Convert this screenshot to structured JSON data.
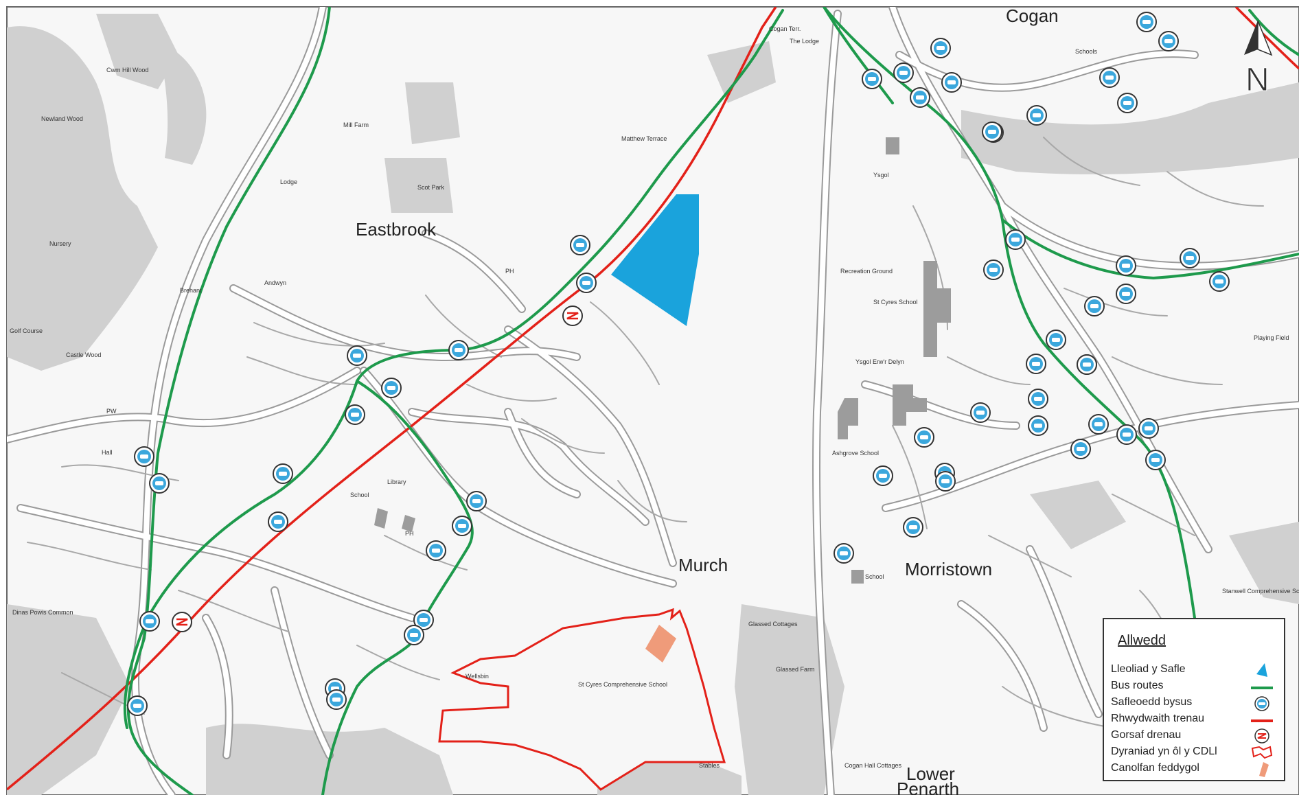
{
  "map": {
    "place_labels": {
      "eastbrook": "Eastbrook",
      "murch": "Murch",
      "morristown": "Morristown",
      "cogan": "Cogan",
      "lower_penarth_line1": "Lower",
      "lower_penarth_line2": "Penarth"
    },
    "small_labels": {
      "cwm_hill_wood": "Cwm Hill Wood",
      "newland_wood": "Newland Wood",
      "mill_farm": "Mill Farm",
      "scot_park": "Scot Park",
      "lodge": "Lodge",
      "nursery": "Nursery",
      "andwyn": "Andwyn",
      "brehant": "Brehant",
      "golf_course": "Golf Course",
      "castle_wood": "Castle Wood",
      "matthew_terrace": "Matthew Terrace",
      "the_lodge": "The Lodge",
      "cogan_terrace": "Cogan Terr.",
      "schools": "Schools",
      "ysgol": "Ysgol",
      "recreation_ground": "Recreation Ground",
      "st_cyres_school": "St Cyres School",
      "ysgol_erw_delyn": "Ysgol Erw'r Delyn",
      "ashgrove_school": "Ashgrove School",
      "school_morristown": "School",
      "playing_field": "Playing Field",
      "stanwell_school": "Stanwell Comprehensive School",
      "glassed_cottages": "Glassed Cottages",
      "glassed_farm": "Glassed Farm",
      "cogan_hall_cottages": "Cogan Hall Cottages",
      "st_cyres_comprehensive": "St Cyres Comprehensive School",
      "wellsbin": "Wellsbin",
      "stables": "Stables",
      "library": "Library",
      "school_murch": "School",
      "dinas_powis_common": "Dinas Powis Common",
      "hall": "Hall",
      "pw": "PW",
      "ph": "PH",
      "ph2": "PH"
    },
    "north_arrow_letter": "N",
    "colors": {
      "bus_route": "#1e9a4c",
      "rail": "#e32119",
      "site_location": "#1aa3dc",
      "cdli_allocation": "#e32119",
      "medical_centre": "#ef9b7a",
      "bus_stop": "#3ba7dc",
      "woodland": "#d0d0d0",
      "road_outline": "#9a9a9a"
    },
    "icons": [
      "north-arrow-icon",
      "bus-stop-icon",
      "train-station-icon"
    ]
  },
  "legend": {
    "title": "Allwedd",
    "items": [
      {
        "label": "Lleoliad y Safle",
        "symbol": "site-location-icon"
      },
      {
        "label": "Bus routes",
        "symbol": "bus-route-line-icon"
      },
      {
        "label": "Safleoedd bysus",
        "symbol": "bus-stop-icon"
      },
      {
        "label": "Rhwydwaith trenau",
        "symbol": "rail-line-icon"
      },
      {
        "label": "Gorsaf drenau",
        "symbol": "train-station-icon"
      },
      {
        "label": "Dyraniad yn ôl y CDLl",
        "symbol": "cdli-allocation-icon"
      },
      {
        "label": "Canolfan feddygol",
        "symbol": "medical-centre-icon"
      }
    ]
  }
}
